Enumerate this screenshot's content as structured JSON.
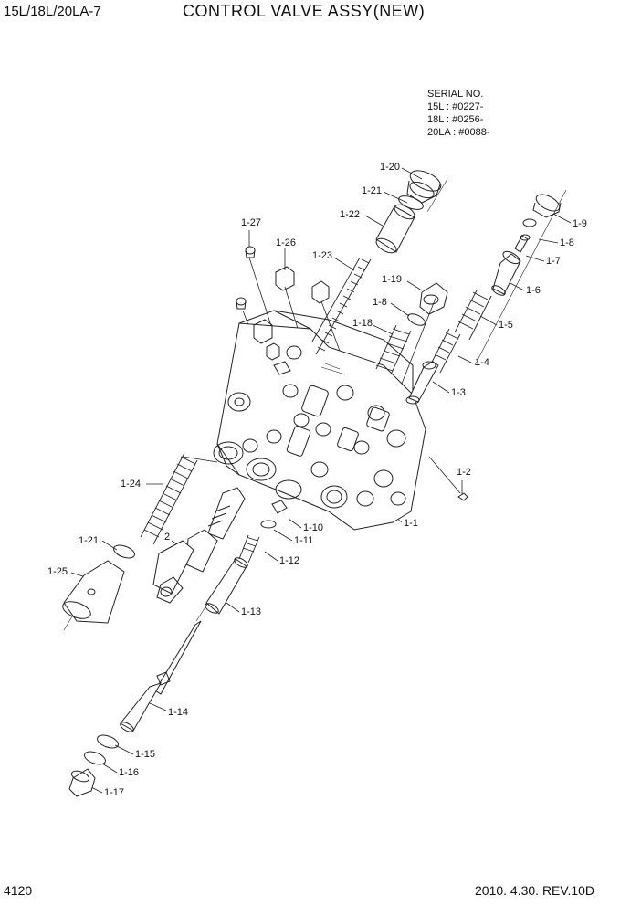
{
  "header": {
    "model": "15L/18L/20LA-7",
    "title": "CONTROL VALVE ASSY(NEW)"
  },
  "serial": {
    "heading": "SERIAL NO.",
    "lines": [
      "15L : #0227-",
      "18L : #0256-",
      "20LA : #0088-"
    ]
  },
  "footer": {
    "page_number": "4120",
    "revision": "2010. 4.30.  REV.10D"
  },
  "callouts": {
    "c1_20": "1-20",
    "c1_21a": "1-21",
    "c1_22": "1-22",
    "c1_27": "1-27",
    "c1_26": "1-26",
    "c1_23": "1-23",
    "c1_19": "1-19",
    "c1_8a": "1-8",
    "c1_18": "1-18",
    "c1_9": "1-9",
    "c1_8b": "1-8",
    "c1_7": "1-7",
    "c1_6": "1-6",
    "c1_5": "1-5",
    "c1_4": "1-4",
    "c1_3": "1-3",
    "c1_2": "1-2",
    "c1_1": "1-1",
    "c1_24": "1-24",
    "c2": "2",
    "c1_10": "1-10",
    "c1_11": "1-11",
    "c1_21b": "1-21",
    "c1_12": "1-12",
    "c1_25": "1-25",
    "c1_13": "1-13",
    "c1_14": "1-14",
    "c1_15": "1-15",
    "c1_16": "1-16",
    "c1_17": "1-17"
  }
}
